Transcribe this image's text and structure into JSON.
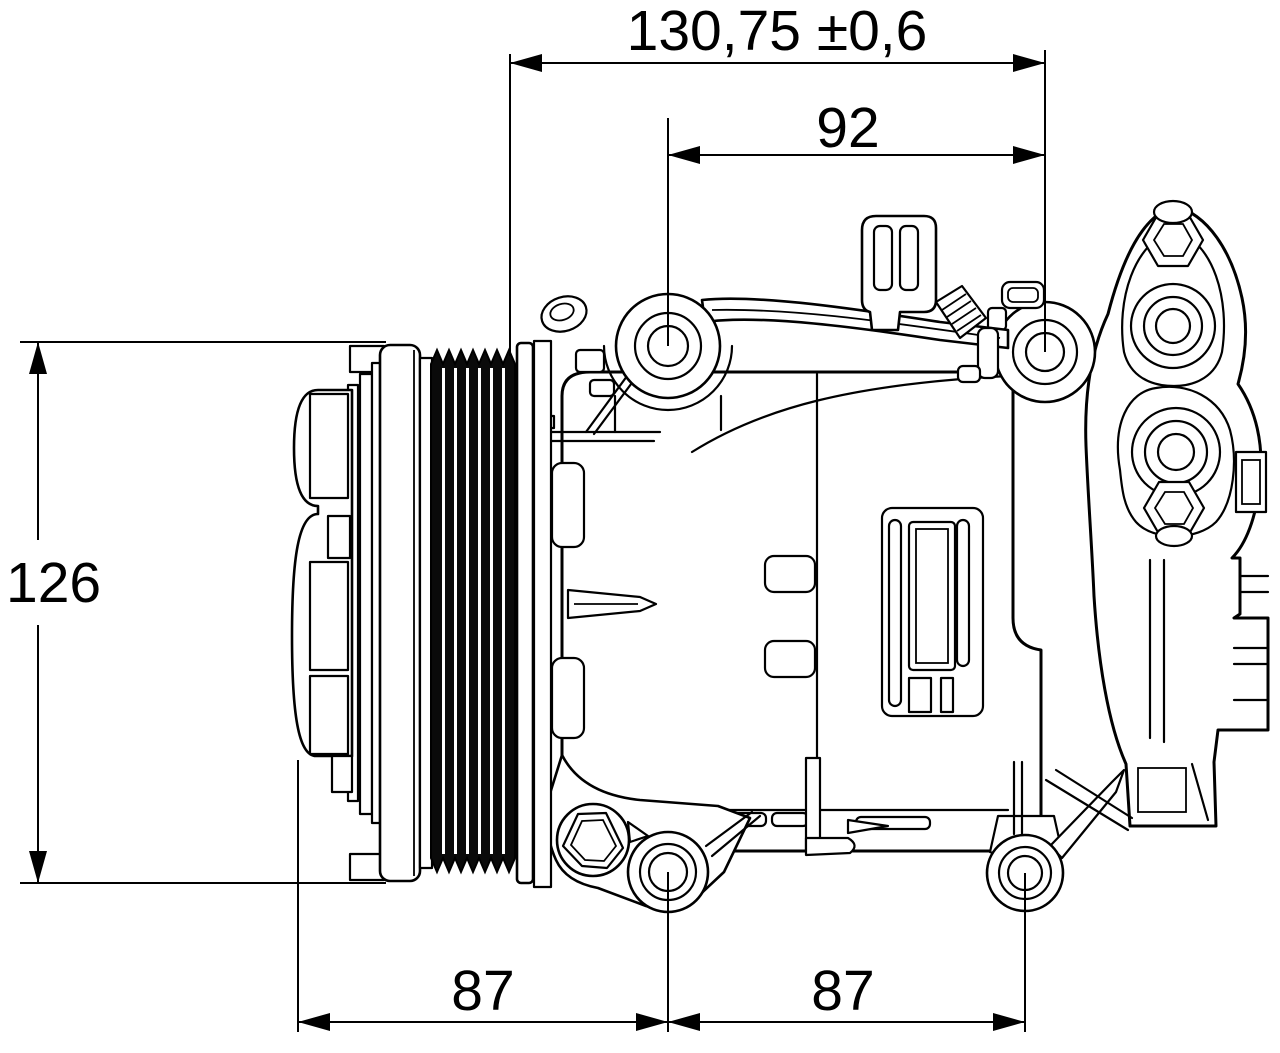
{
  "drawing": {
    "line_color": "#000000",
    "background_color": "#ffffff",
    "rib_fill_color": "#0a0a0a",
    "dimensions": {
      "overall_length": "130,75 ±0,6",
      "rear_length": "92",
      "height": "126",
      "front_span": "87",
      "rear_span": "87"
    }
  }
}
